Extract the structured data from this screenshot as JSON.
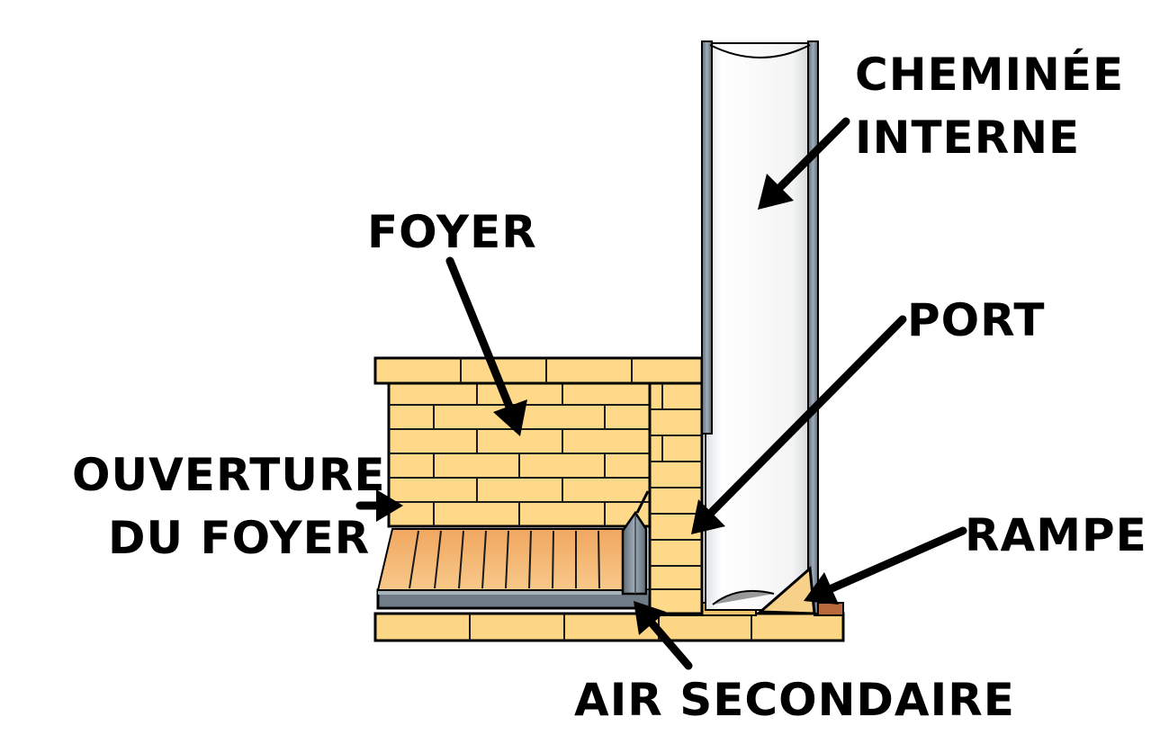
{
  "labels": {
    "chimney_line1": "CHEMINÉE",
    "chimney_line2": "INTERNE",
    "foyer": "FOYER",
    "port": "PORT",
    "opening_line1": "OUVERTURE",
    "opening_line2": "DU FOYER",
    "rampe": "RAMPE",
    "secondary_air": "AIR SECONDAIRE"
  },
  "colors": {
    "brick": "#ffd98a",
    "brick_wood": "#f4b66c",
    "steel": "#8a9aa8",
    "base_brick": "#fcd685",
    "ramp": "#f7d08a",
    "ember": "#b86a3c"
  }
}
